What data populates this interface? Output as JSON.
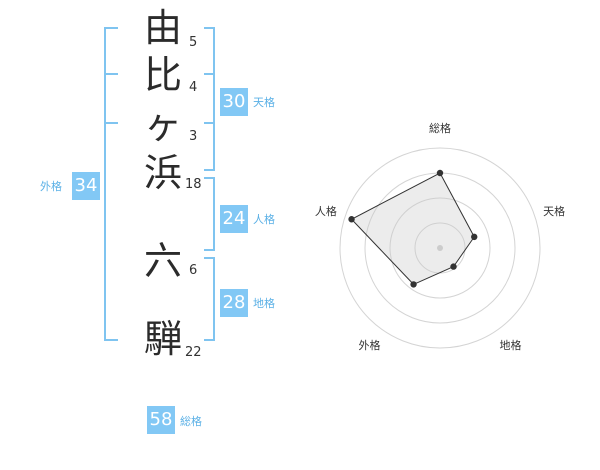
{
  "name": {
    "characters": [
      {
        "char": "由",
        "strokes": "5"
      },
      {
        "char": "比",
        "strokes": "4"
      },
      {
        "char": "ヶ",
        "strokes": "3"
      },
      {
        "char": "浜",
        "strokes": "18"
      },
      {
        "char": "六",
        "strokes": "6"
      },
      {
        "char": "騨",
        "strokes": "22"
      }
    ]
  },
  "fortune": {
    "tenkaku": {
      "value": "30",
      "label": "天格"
    },
    "jinkaku": {
      "value": "24",
      "label": "人格"
    },
    "chikaku": {
      "value": "28",
      "label": "地格"
    },
    "gaikaku": {
      "value": "34",
      "label": "外格"
    },
    "soukaku": {
      "value": "58",
      "label": "総格"
    }
  },
  "colors": {
    "accent": "#82c8f5",
    "bracket": "#7fc4f0",
    "label": "#5ab0e6",
    "text": "#2b2b2b"
  },
  "chart_data": {
    "type": "radar",
    "axes": [
      "総格",
      "天格",
      "地格",
      "外格",
      "人格"
    ],
    "values": [
      0.75,
      0.36,
      0.23,
      0.45,
      0.93
    ],
    "range": [
      0,
      1
    ],
    "rings": 4
  }
}
